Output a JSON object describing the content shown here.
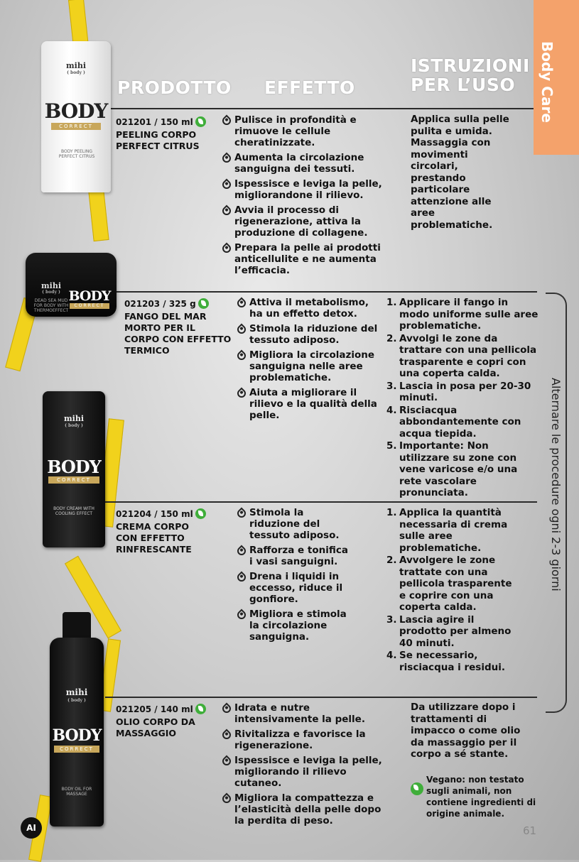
{
  "header": {
    "col_product": "PRODOTTO",
    "col_effect": "EFFETTO",
    "col_instr_line1": "ISTRUZIONI",
    "col_instr_line2": "PER L’USO",
    "tab": "Body Care"
  },
  "side_note": "Alternare le procedure ogni 2-3 giorni",
  "products": [
    {
      "code": "021201 / 150 ml",
      "name_lines": [
        "PEELING CORPO",
        "PERFECT CITRUS"
      ],
      "effects": [
        "Pulisce in profondità e rimuove le cellule cheratinizzate.",
        "Aumenta la circolazione sanguigna dei tessuti.",
        "Ispessisce e leviga la pelle, migliorandone il rilievo.",
        "Avvia il processo di rigenerazione, attiva la produzione di collagene.",
        "Prepara la pelle ai prodotti anticellulite e ne aumenta l’efficacia."
      ],
      "instructions": "Applica sulla pelle pulita e umida. Massaggia con movimenti circolari, prestando particolare attenzione alle aree problematiche.",
      "pack": {
        "brand": "mihi",
        "line": "( body )",
        "big": "BODY",
        "band": "CORRECT",
        "sub": "BODY PEELING PERFECT CITRUS"
      }
    },
    {
      "code": "021203 / 325 g",
      "name_lines": [
        "FANGO DEL MAR",
        "MORTO PER IL",
        "CORPO CON EFFETTO",
        "TERMICO"
      ],
      "effects": [
        "Attiva il metabolismo, ha un effetto detox.",
        "Stimola la riduzione del tessuto adiposo.",
        "Migliora la circolazione sanguigna nelle aree problematiche.",
        "Aiuta a migliorare il rilievo e la qualità della pelle."
      ],
      "steps": [
        "Applicare il fango in modo uniforme sulle aree problematiche.",
        "Avvolgi le zone da trattare con una pellicola trasparente e copri con una coperta calda.",
        "Lascia in posa per 20-30 minuti.",
        "Risciacqua abbondantemente con acqua tiepida.",
        "Importante: Non utilizzare su zone con vene varicose e/o una rete vascolare pronunciata."
      ],
      "pack": {
        "brand": "mihi",
        "line": "( body )",
        "big": "BODY",
        "band": "CORRECT",
        "sub": "DEAD SEA MUD FOR BODY WITH THERMOEFFECT"
      }
    },
    {
      "code": "021204 / 150 ml",
      "name_lines": [
        "CREMA CORPO",
        "CON EFFETTO",
        "RINFRESCANTE"
      ],
      "effects": [
        "Stimola la riduzione del tessuto adiposo.",
        "Rafforza e tonifica i vasi sanguigni.",
        "Drena i liquidi in eccesso, riduce il gonfiore.",
        "Migliora e stimola la circolazione sanguigna."
      ],
      "steps": [
        "Applica la quantità necessaria di crema sulle aree problematiche.",
        "Avvolgere le zone trattate con una pellicola trasparente e coprire con una coperta calda.",
        "Lascia agire il prodotto per almeno 40 minuti.",
        "Se necessario, risciacqua i residui."
      ],
      "pack": {
        "brand": "mihi",
        "line": "( body )",
        "big": "BODY",
        "band": "CORRECT",
        "sub": "BODY CREAM WITH COOLING EFFECT"
      }
    },
    {
      "code": "021205 / 140 ml",
      "name_lines": [
        "OLIO CORPO DA",
        "MASSAGGIO"
      ],
      "effects": [
        "Idrata e nutre intensivamente la pelle.",
        "Rivitalizza e favorisce la rigenerazione.",
        "Ispessisce e leviga la pelle, migliorando il rilievo cutaneo.",
        "Migliora la compattezza e l’elasticità della pelle dopo la perdita di peso."
      ],
      "instructions": "Da utilizzare dopo i trattamenti di impacco o come olio da massaggio per il corpo a sé stante.",
      "pack": {
        "brand": "mihi",
        "line": "( body )",
        "big": "BODY",
        "band": "CORRECT",
        "sub": "BODY OIL FOR MASSAGE"
      }
    }
  ],
  "vegan_note": "Vegano: non testato sugli animali, non contiene ingredienti di origine animale.",
  "page_number": "61",
  "ai_badge": "AI",
  "colors": {
    "tab": "#f4a26b",
    "leaf": "#3fae3a",
    "tape": "#f1d21c",
    "band": "#c8a75b"
  },
  "icons": [
    "leaf-icon",
    "drop-icon"
  ]
}
